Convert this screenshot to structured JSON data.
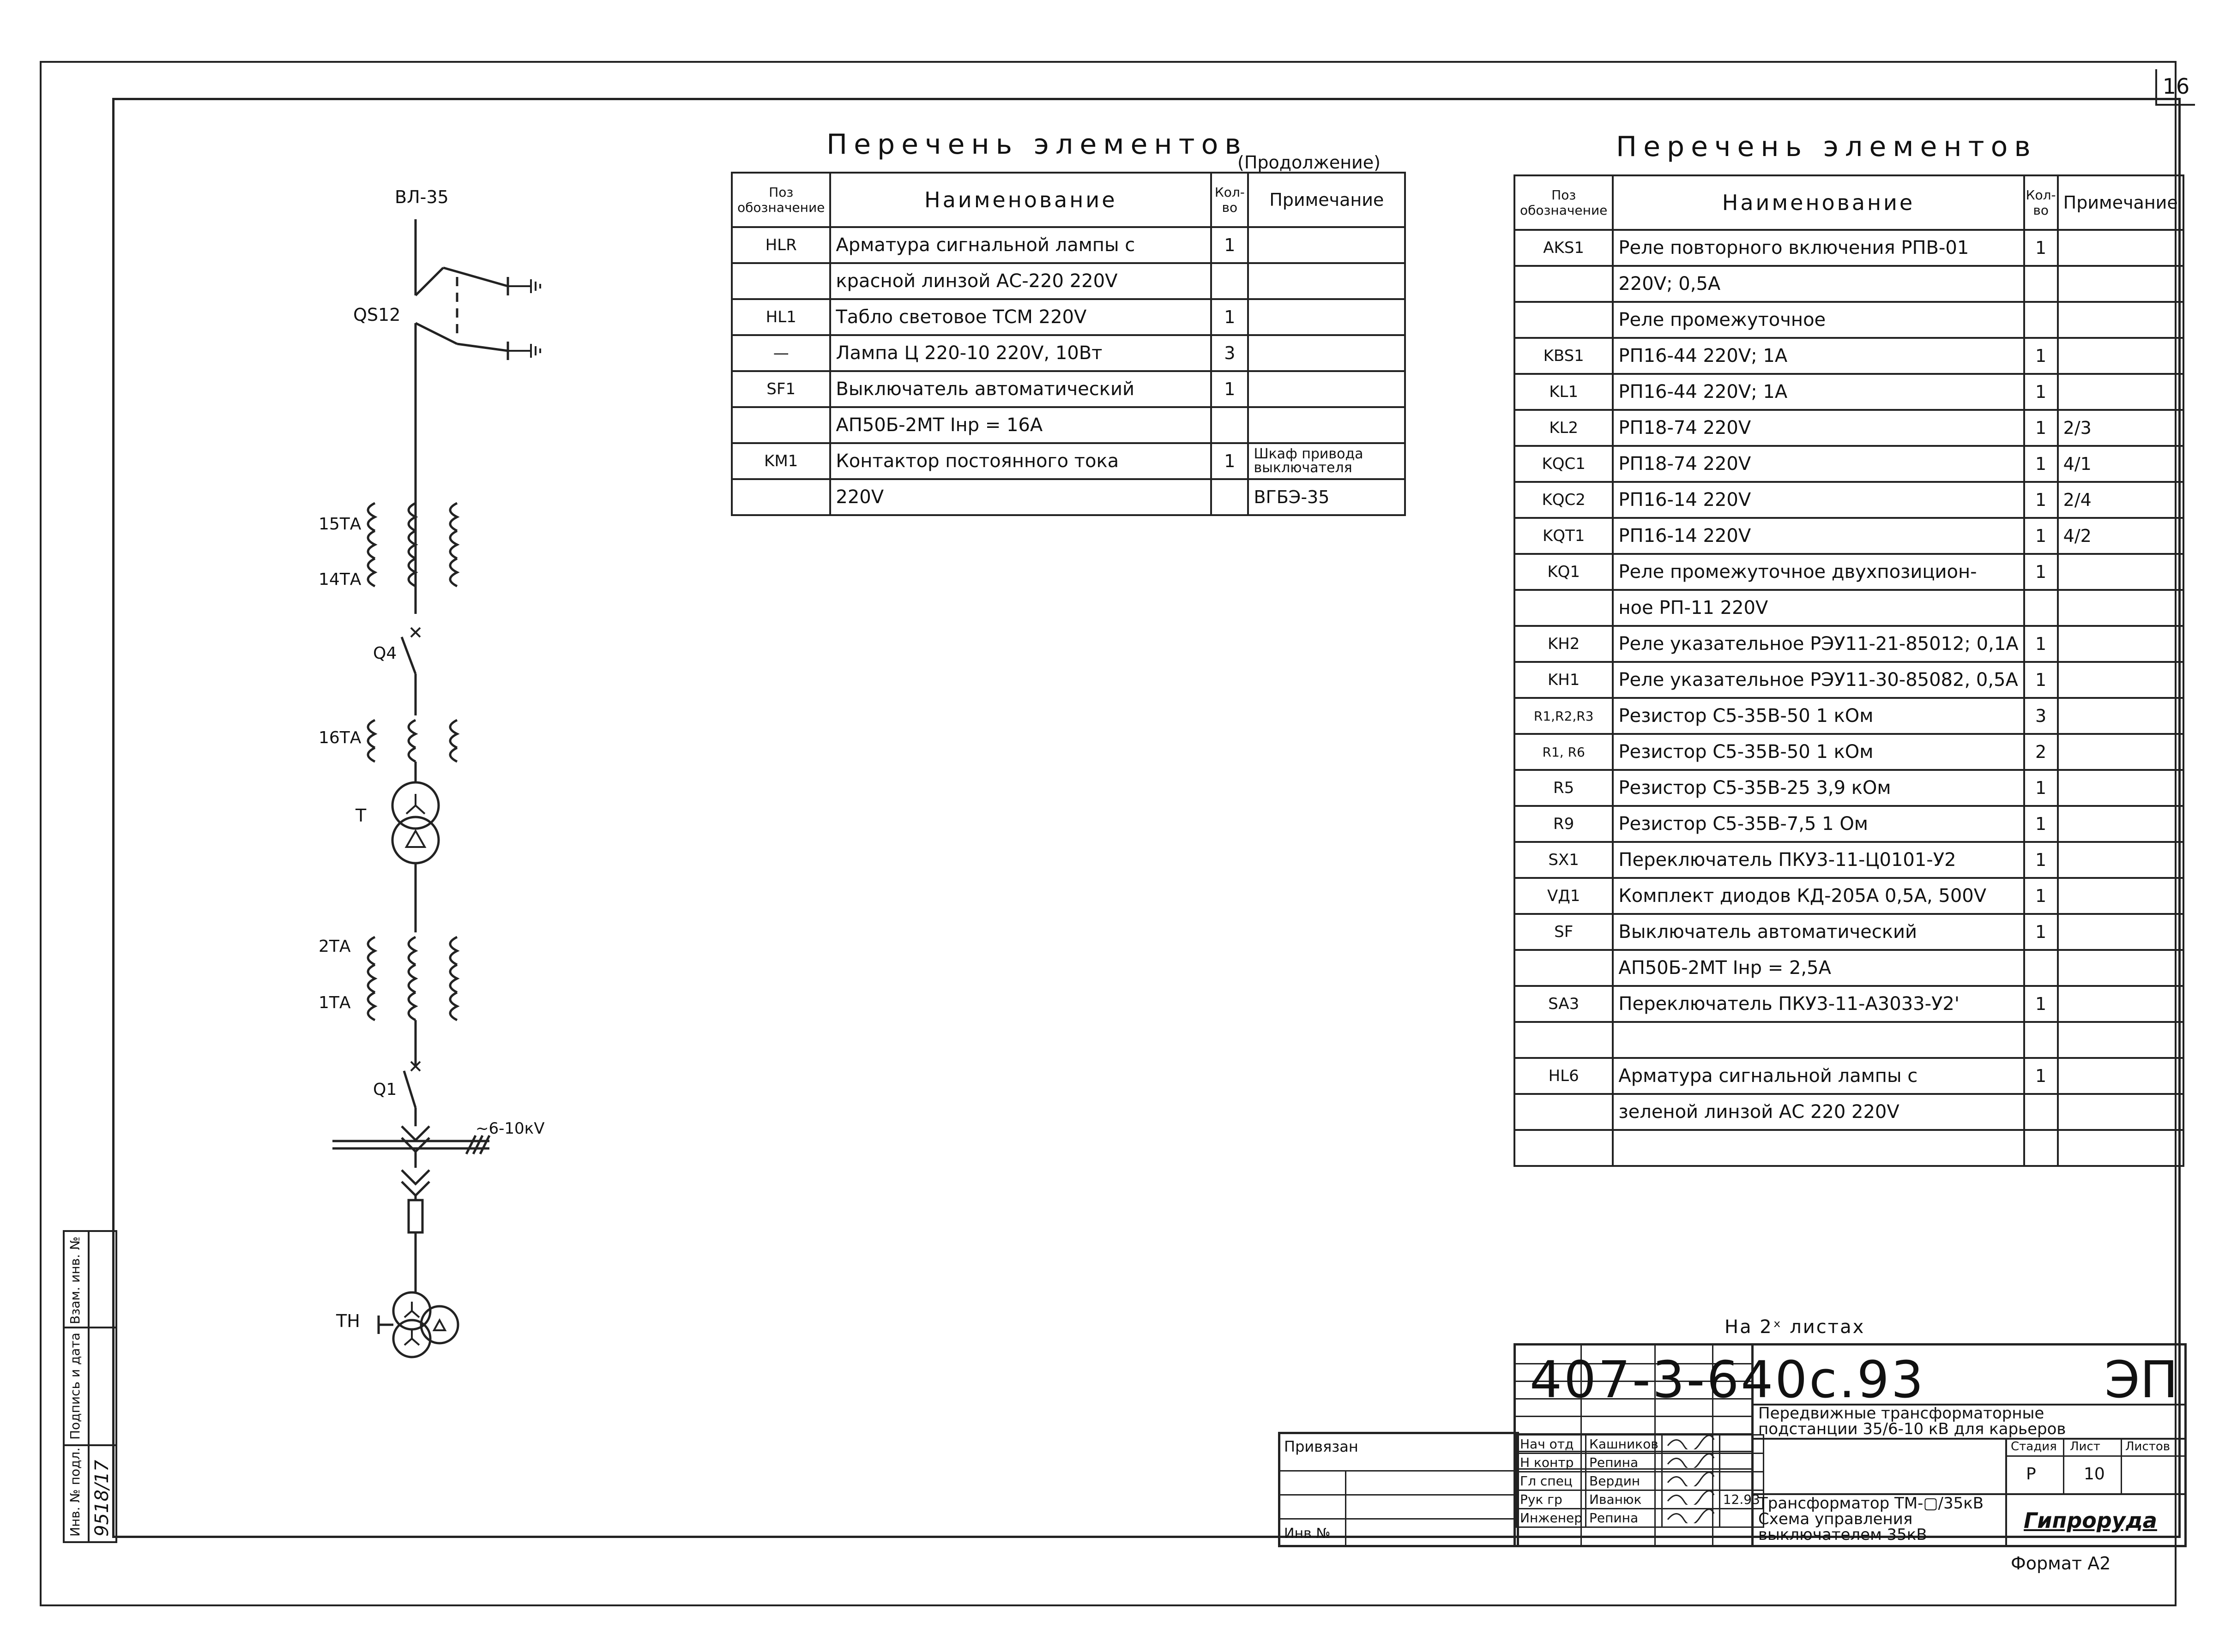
{
  "sheet_number": "16",
  "left_table": {
    "title": "Перечень элементов",
    "continuation": "(Продолжение)",
    "headers": {
      "pos": "Поз обозначение",
      "name": "Наименование",
      "qty": "Кол-во",
      "note": "Примечание"
    },
    "rows": [
      {
        "pos": "HLR",
        "name": "Арматура сигнальной лампы с",
        "qty": "1",
        "note": ""
      },
      {
        "pos": "",
        "name": "красной линзой АС-220 220V",
        "qty": "",
        "note": ""
      },
      {
        "pos": "HL1",
        "name": "Табло световое ТСМ 220V",
        "qty": "1",
        "note": ""
      },
      {
        "pos": "—",
        "name": "Лампа Ц 220-10 220V, 10Вт",
        "qty": "3",
        "note": ""
      },
      {
        "pos": "SF1",
        "name": "Выключатель автоматический",
        "qty": "1",
        "note": ""
      },
      {
        "pos": "",
        "name": "АП50Б-2МТ Iнр = 16А",
        "qty": "",
        "note": ""
      },
      {
        "pos": "KM1",
        "name": "Контактор постоянного тока",
        "qty": "1",
        "note": "Шкаф привода выключателя"
      },
      {
        "pos": "",
        "name": "220V",
        "qty": "",
        "note": "ВГБЭ-35"
      }
    ]
  },
  "right_table": {
    "title": "Перечень элементов",
    "headers": {
      "pos": "Поз обозначение",
      "name": "Наименование",
      "qty": "Кол-во",
      "note": "Примечание"
    },
    "rows": [
      {
        "pos": "AKS1",
        "name": "Реле повторного включения РПВ-01",
        "qty": "1",
        "note": ""
      },
      {
        "pos": "",
        "name": "220V; 0,5А",
        "qty": "",
        "note": ""
      },
      {
        "pos": "",
        "name": "Реле промежуточное",
        "qty": "",
        "note": ""
      },
      {
        "pos": "KBS1",
        "name": "РП16-44 220V; 1А",
        "qty": "1",
        "note": ""
      },
      {
        "pos": "KL1",
        "name": "РП16-44 220V; 1А",
        "qty": "1",
        "note": ""
      },
      {
        "pos": "KL2",
        "name": "РП18-74 220V",
        "qty": "1",
        "note": "2/3"
      },
      {
        "pos": "KQC1",
        "name": "РП18-74 220V",
        "qty": "1",
        "note": "4/1"
      },
      {
        "pos": "KQC2",
        "name": "РП16-14 220V",
        "qty": "1",
        "note": "2/4"
      },
      {
        "pos": "KQT1",
        "name": "РП16-14 220V",
        "qty": "1",
        "note": "4/2"
      },
      {
        "pos": "KQ1",
        "name": "Реле промежуточное двухпозицион-",
        "qty": "1",
        "note": ""
      },
      {
        "pos": "",
        "name": "ное РП-11 220V",
        "qty": "",
        "note": ""
      },
      {
        "pos": "KH2",
        "name": "Реле указательное РЭУ11-21-85012; 0,1А",
        "qty": "1",
        "note": ""
      },
      {
        "pos": "KH1",
        "name": "Реле указательное РЭУ11-30-85082, 0,5А",
        "qty": "1",
        "note": ""
      },
      {
        "pos": "R1,R2,R3",
        "name": "Резистор С5-35В-50 1 кОм",
        "qty": "3",
        "note": ""
      },
      {
        "pos": "R1, R6",
        "name": "Резистор С5-35В-50 1 кОм",
        "qty": "2",
        "note": ""
      },
      {
        "pos": "R5",
        "name": "Резистор С5-35В-25 3,9 кОм",
        "qty": "1",
        "note": ""
      },
      {
        "pos": "R9",
        "name": "Резистор С5-35В-7,5 1 Ом",
        "qty": "1",
        "note": ""
      },
      {
        "pos": "SX1",
        "name": "Переключатель ПКУ3-11-Ц0101-У2",
        "qty": "1",
        "note": ""
      },
      {
        "pos": "VД1",
        "name": "Комплект диодов КД-205А 0,5А, 500V",
        "qty": "1",
        "note": ""
      },
      {
        "pos": "SF",
        "name": "Выключатель автоматический",
        "qty": "1",
        "note": ""
      },
      {
        "pos": "",
        "name": "АП50Б-2МТ Iнр = 2,5А",
        "qty": "",
        "note": ""
      },
      {
        "pos": "SA3",
        "name": "Переключатель ПКУ3-11-А3033-У2'",
        "qty": "1",
        "note": ""
      },
      {
        "pos": "",
        "name": "",
        "qty": "",
        "note": ""
      },
      {
        "pos": "HL6",
        "name": "Арматура сигнальной лампы с",
        "qty": "1",
        "note": ""
      },
      {
        "pos": "",
        "name": "зеленой линзой АС 220 220V",
        "qty": "",
        "note": ""
      },
      {
        "pos": "",
        "name": "",
        "qty": "",
        "note": ""
      }
    ]
  },
  "schematic": {
    "labels": {
      "line": "ВЛ-35",
      "qs": "QS12",
      "ta15": "15ТА",
      "ta14": "14ТА",
      "q4": "Q4",
      "ta16": "16ТА",
      "t": "T",
      "ta2": "2ТА",
      "ta1": "1ТА",
      "q1": "Q1",
      "bus": "~6-10кV",
      "tn": "TH"
    }
  },
  "title_block": {
    "sheets_note": "На 2ˣ листах",
    "doc_code": "407-3-640с.93",
    "doc_mark": "ЭП",
    "project_title": "Передвижные трансформаторные подстанции 35/6-10 кВ для карьеров",
    "sheet_title": "Трансформатор ТМ-▢/35кВ Схема управления выключателем 35кВ",
    "stage_label": "Стадия",
    "sheet_label": "Лист",
    "sheets_label": "Листов",
    "stage": "Р",
    "sheet": "10",
    "sheets": "",
    "company": "Гипроруда",
    "bound_label": "Привязан",
    "inv_label": "Инв №",
    "signatures": [
      {
        "role": "Нач отд",
        "name": "Кашников"
      },
      {
        "role": "Н контр",
        "name": "Репина"
      },
      {
        "role": "Гл спец",
        "name": "Вердин"
      },
      {
        "role": "Рук гр",
        "name": "Иванюк",
        "date": "12.93"
      },
      {
        "role": "Инженер",
        "name": "Репина"
      }
    ],
    "format": "Формат А2"
  },
  "side_strip": {
    "inv_orig": "Инв. № подл.",
    "sign_date": "Подпись и дата",
    "replaced": "Взам. инв. №",
    "inv_value": "9518/17"
  }
}
